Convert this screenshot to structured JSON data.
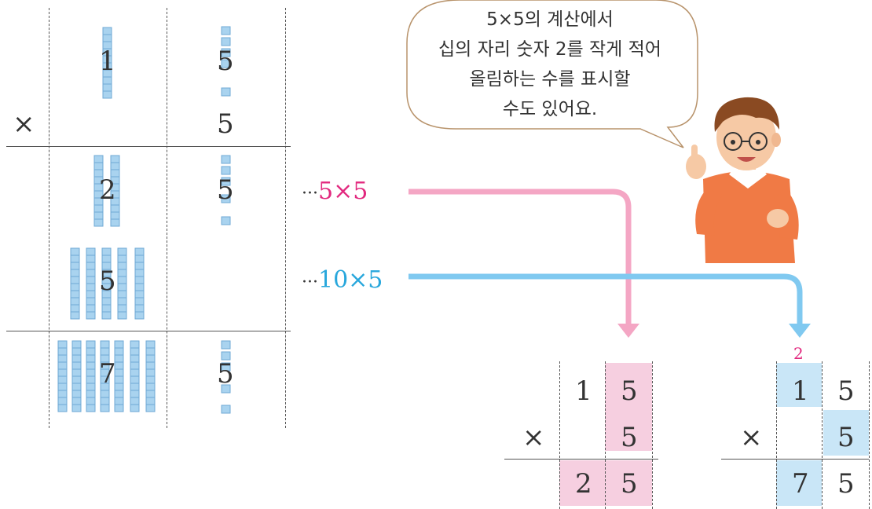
{
  "colors": {
    "pink": "#e2297f",
    "blue": "#28a7dc",
    "pink_path": "#f4a6c4",
    "blue_path": "#80c9f0",
    "cube": "#a9d3ef",
    "cell_pink": "#f6cfe0",
    "cell_blue": "#c9e6f7"
  },
  "left_table": {
    "row1": {
      "tens": "1",
      "ones": "5"
    },
    "row2": {
      "sign": "×",
      "ones": "5"
    },
    "row3": {
      "tens": "2",
      "ones": "5"
    },
    "row4": {
      "tens": "5"
    },
    "row5": {
      "tens": "7",
      "ones": "5"
    }
  },
  "annotations": {
    "a1": {
      "dots": "···",
      "expr": "5×5"
    },
    "a2": {
      "dots": "···",
      "expr": "10×5"
    }
  },
  "speech": {
    "lines": [
      "5×5의 계산에서",
      "십의 자리 숫자 2를 작게 적어",
      "올림하는 수를 표시할",
      "수도 있어요."
    ]
  },
  "calc1": {
    "top_tens": "1",
    "top_ones": "5",
    "sign": "×",
    "mid_ones": "5",
    "res_tens": "2",
    "res_ones": "5"
  },
  "calc2": {
    "carry": "2",
    "top_tens": "1",
    "top_ones": "5",
    "sign": "×",
    "mid_ones": "5",
    "res_tens": "7",
    "res_ones": "5"
  },
  "illustration": {
    "icon": "boy-with-glasses-icon"
  }
}
